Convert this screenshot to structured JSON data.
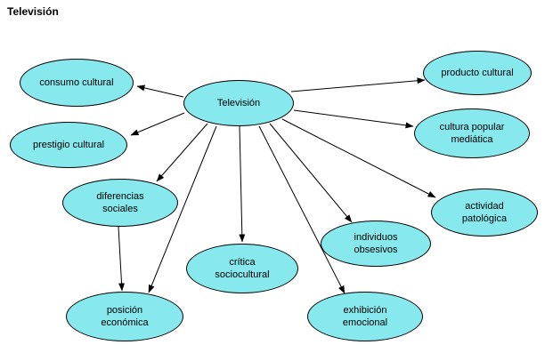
{
  "title": "Televisión",
  "colors": {
    "node_fill": "#87E9EE",
    "node_border": "#000000",
    "arrow": "#000000",
    "background": "#FFFFFF"
  },
  "diagram": {
    "center": {
      "label": "Televisión"
    },
    "nodes": {
      "consumo_cultural": {
        "label": "consumo cultural"
      },
      "prestigio_cultural": {
        "label": "prestigio cultural"
      },
      "diferencias_sociales": {
        "label": "diferencias\nsociales"
      },
      "posicion_economica": {
        "label": "posición\neconómica"
      },
      "critica_sociocultural": {
        "label": "crítica\nsociocultural"
      },
      "exhibicion_emocional": {
        "label": "exhibición\nemocional"
      },
      "individuos_obsesivos": {
        "label": "individuos\nobsesivos"
      },
      "actividad_patologica": {
        "label": "actividad\npatológica"
      },
      "cultura_popular_mediatica": {
        "label": "cultura popular\nmediática"
      },
      "producto_cultural": {
        "label": "producto cultural"
      }
    },
    "edges": [
      {
        "from": "Televisión",
        "to": "consumo cultural"
      },
      {
        "from": "Televisión",
        "to": "prestigio cultural"
      },
      {
        "from": "Televisión",
        "to": "diferencias sociales"
      },
      {
        "from": "Televisión",
        "to": "posición económica"
      },
      {
        "from": "Televisión",
        "to": "crítica sociocultural"
      },
      {
        "from": "Televisión",
        "to": "exhibición emocional"
      },
      {
        "from": "Televisión",
        "to": "individuos obsesivos"
      },
      {
        "from": "Televisión",
        "to": "actividad patológica"
      },
      {
        "from": "Televisión",
        "to": "cultura popular mediática"
      },
      {
        "from": "Televisión",
        "to": "producto cultural"
      },
      {
        "from": "diferencias sociales",
        "to": "posición económica"
      }
    ]
  }
}
